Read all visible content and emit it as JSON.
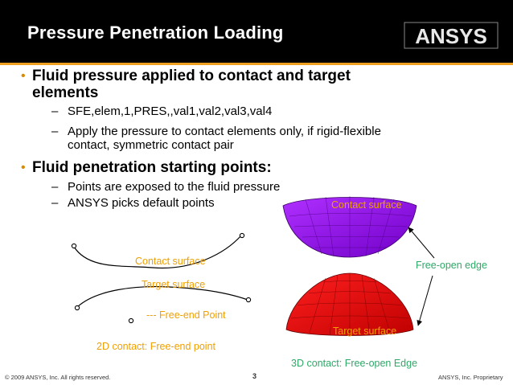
{
  "slide": {
    "title": "Pressure Penetration Loading",
    "logo_text": "ANSYS",
    "bullets": [
      {
        "text_line1": "Fluid pressure applied to contact and target",
        "text_line2": "elements",
        "subs": [
          {
            "line1": "SFE,elem,1,PRES,,val1,val2,val3,val4",
            "line2": ""
          },
          {
            "line1": "Apply the pressure to contact elements only, if rigid-flexible",
            "line2": "contact, symmetric contact pair"
          }
        ]
      },
      {
        "text_line1": "Fluid penetration starting points:",
        "text_line2": "",
        "subs": [
          {
            "line1": "Points are exposed to the fluid pressure",
            "line2": ""
          },
          {
            "line1": "ANSYS picks default points",
            "line2": ""
          }
        ]
      }
    ],
    "bullet_symbol": "•",
    "dash_symbol": "–"
  },
  "figure2d": {
    "contact_label": "Contact surface",
    "target_label": "Target surface",
    "free_end_label": "--- Free-end Point",
    "caption": "2D contact: Free-end point"
  },
  "figure3d": {
    "contact_label": "Contact surface",
    "target_label": "Target surface",
    "edge_label": "Free-open edge",
    "caption": "3D contact: Free-open Edge",
    "colors": {
      "contact": "#9010e8",
      "target": "#e80000",
      "label_orange": "#f0a000",
      "label_green": "#2fa868"
    }
  },
  "footer": {
    "copyright": "© 2009 ANSYS, Inc.  All rights reserved.",
    "page": "3",
    "proprietary": "ANSYS, Inc. Proprietary"
  }
}
